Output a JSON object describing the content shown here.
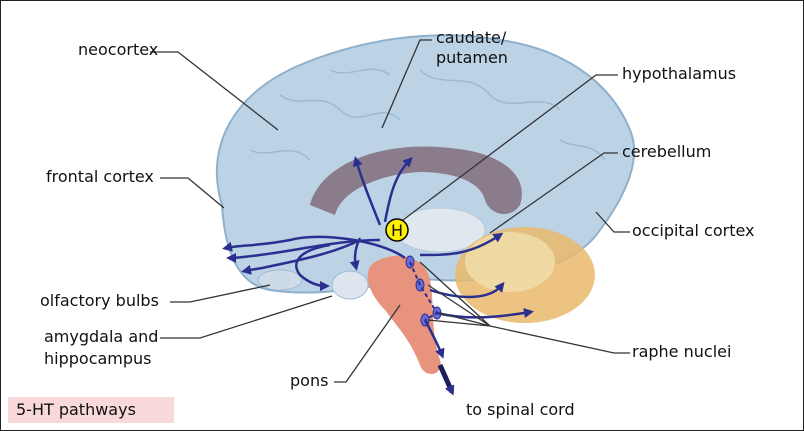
{
  "labels": {
    "neocortex": "neocortex",
    "caudate_line1": "caudate/",
    "caudate_line2": "putamen",
    "hypothalamus": "hypothalamus",
    "frontal_cortex": "frontal cortex",
    "cerebellum": "cerebellum",
    "occipital_cortex": "occipital cortex",
    "olfactory_bulbs": "olfactory bulbs",
    "amygdala_line1": "amygdala and",
    "amygdala_line2": "hippocampus",
    "pons": "pons",
    "raphe_nuclei": "raphe nuclei",
    "spinal_cord": "to spinal cord",
    "h_marker": "H"
  },
  "legend": {
    "title": "5-HT pathways"
  },
  "colors": {
    "cortex": "#bcd3e6",
    "cortex_edge": "#8fb0cc",
    "pathway": "#2b2f8f",
    "brainstem": "#e8937e",
    "cerebellum": "#e9b86a",
    "corpus_callosum": "#7d6673",
    "h_marker": "#ffef00",
    "legend_bg": "#f8d8d8"
  }
}
